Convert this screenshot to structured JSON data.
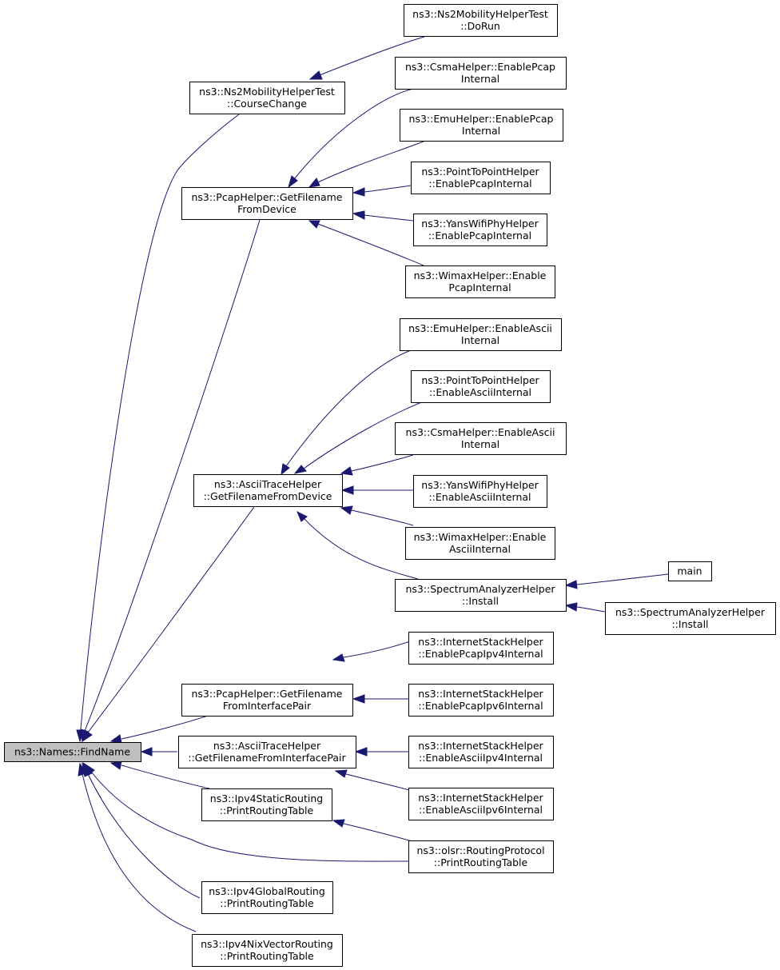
{
  "diagram": {
    "type": "caller-graph",
    "colors": {
      "edge": "#191970",
      "root_fill": "#bfbfbf",
      "node_fill": "#ffffff",
      "node_border": "#000000"
    },
    "nodes": [
      {
        "id": "findname",
        "lines": [
          "ns3::Names::FindName"
        ],
        "root": true
      },
      {
        "id": "ns2course",
        "lines": [
          "ns3::Ns2MobilityHelperTest",
          "::CourseChange"
        ]
      },
      {
        "id": "ns2dorun",
        "lines": [
          "ns3::Ns2MobilityHelperTest",
          "::DoRun"
        ]
      },
      {
        "id": "pcapdev",
        "lines": [
          "ns3::PcapHelper::GetFilename",
          "FromDevice"
        ]
      },
      {
        "id": "csmapcap",
        "lines": [
          "ns3::CsmaHelper::EnablePcap",
          "Internal"
        ]
      },
      {
        "id": "emupcap",
        "lines": [
          "ns3::EmuHelper::EnablePcap",
          "Internal"
        ]
      },
      {
        "id": "p2ppcap",
        "lines": [
          "ns3::PointToPointHelper",
          "::EnablePcapInternal"
        ]
      },
      {
        "id": "yanspcap",
        "lines": [
          "ns3::YansWifiPhyHelper",
          "::EnablePcapInternal"
        ]
      },
      {
        "id": "wimaxpcap",
        "lines": [
          "ns3::WimaxHelper::Enable",
          "PcapInternal"
        ]
      },
      {
        "id": "asciidev",
        "lines": [
          "ns3::AsciiTraceHelper",
          "::GetFilenameFromDevice"
        ]
      },
      {
        "id": "emuascii",
        "lines": [
          "ns3::EmuHelper::EnableAscii",
          "Internal"
        ]
      },
      {
        "id": "p2pascii",
        "lines": [
          "ns3::PointToPointHelper",
          "::EnableAsciiInternal"
        ]
      },
      {
        "id": "csmaascii",
        "lines": [
          "ns3::CsmaHelper::EnableAscii",
          "Internal"
        ]
      },
      {
        "id": "yansascii",
        "lines": [
          "ns3::YansWifiPhyHelper",
          "::EnableAsciiInternal"
        ]
      },
      {
        "id": "wimaxascii",
        "lines": [
          "ns3::WimaxHelper::Enable",
          "AsciiInternal"
        ]
      },
      {
        "id": "specinstall1",
        "lines": [
          "ns3::SpectrumAnalyzerHelper",
          "::Install"
        ]
      },
      {
        "id": "main",
        "lines": [
          "main"
        ]
      },
      {
        "id": "specinstall2",
        "lines": [
          "ns3::SpectrumAnalyzerHelper",
          "::Install"
        ]
      },
      {
        "id": "pcapif",
        "lines": [
          "ns3::PcapHelper::GetFilename",
          "FromInterfacePair"
        ]
      },
      {
        "id": "ishpcap4",
        "lines": [
          "ns3::InternetStackHelper",
          "::EnablePcapIpv4Internal"
        ]
      },
      {
        "id": "ishpcap6",
        "lines": [
          "ns3::InternetStackHelper",
          "::EnablePcapIpv6Internal"
        ]
      },
      {
        "id": "asciiif",
        "lines": [
          "ns3::AsciiTraceHelper",
          "::GetFilenameFromInterfacePair"
        ]
      },
      {
        "id": "ishascii4",
        "lines": [
          "ns3::InternetStackHelper",
          "::EnableAsciiIpv4Internal"
        ]
      },
      {
        "id": "ishascii6",
        "lines": [
          "ns3::InternetStackHelper",
          "::EnableAsciiIpv6Internal"
        ]
      },
      {
        "id": "ipv4static",
        "lines": [
          "ns3::Ipv4StaticRouting",
          "::PrintRoutingTable"
        ]
      },
      {
        "id": "olsr",
        "lines": [
          "ns3::olsr::RoutingProtocol",
          "::PrintRoutingTable"
        ]
      },
      {
        "id": "ipv4global",
        "lines": [
          "ns3::Ipv4GlobalRouting",
          "::PrintRoutingTable"
        ]
      },
      {
        "id": "ipv4nix",
        "lines": [
          "ns3::Ipv4NixVectorRouting",
          "::PrintRoutingTable"
        ]
      }
    ],
    "edges": [
      {
        "from": "ns2course",
        "to": "findname"
      },
      {
        "from": "pcapdev",
        "to": "findname"
      },
      {
        "from": "asciidev",
        "to": "findname"
      },
      {
        "from": "pcapif",
        "to": "findname"
      },
      {
        "from": "asciiif",
        "to": "findname"
      },
      {
        "from": "ipv4static",
        "to": "findname"
      },
      {
        "from": "olsr",
        "to": "findname"
      },
      {
        "from": "ipv4global",
        "to": "findname"
      },
      {
        "from": "ipv4nix",
        "to": "findname"
      },
      {
        "from": "ns2dorun",
        "to": "ns2course"
      },
      {
        "from": "csmapcap",
        "to": "pcapdev"
      },
      {
        "from": "emupcap",
        "to": "pcapdev"
      },
      {
        "from": "p2ppcap",
        "to": "pcapdev"
      },
      {
        "from": "yanspcap",
        "to": "pcapdev"
      },
      {
        "from": "wimaxpcap",
        "to": "pcapdev"
      },
      {
        "from": "emuascii",
        "to": "asciidev"
      },
      {
        "from": "p2pascii",
        "to": "asciidev"
      },
      {
        "from": "csmaascii",
        "to": "asciidev"
      },
      {
        "from": "yansascii",
        "to": "asciidev"
      },
      {
        "from": "wimaxascii",
        "to": "asciidev"
      },
      {
        "from": "specinstall1",
        "to": "asciidev"
      },
      {
        "from": "main",
        "to": "specinstall1"
      },
      {
        "from": "specinstall2",
        "to": "specinstall1"
      },
      {
        "from": "ishpcap4",
        "to": "pcapif"
      },
      {
        "from": "ishpcap6",
        "to": "pcapif"
      },
      {
        "from": "ishascii4",
        "to": "asciiif"
      },
      {
        "from": "ishascii6",
        "to": "asciiif"
      },
      {
        "from": "olsr",
        "to": "ipv4static"
      }
    ]
  }
}
